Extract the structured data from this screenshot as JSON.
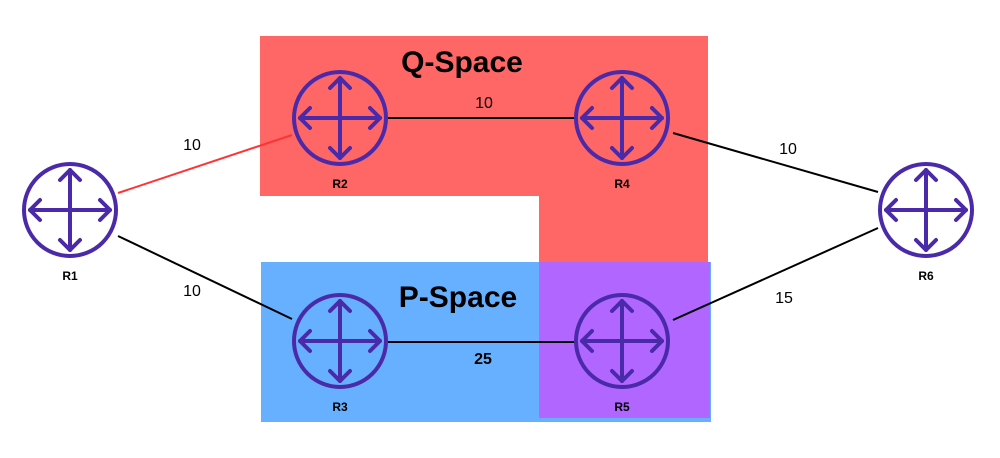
{
  "regions": {
    "q_space": {
      "title": "Q-Space",
      "color": "#ff6666"
    },
    "p_space": {
      "title": "P-Space",
      "color": "#66b0ff"
    },
    "overlap_color": "#b066ff"
  },
  "router_color": "#4a2aa8",
  "routers": [
    {
      "id": "R1",
      "label": "R1"
    },
    {
      "id": "R2",
      "label": "R2"
    },
    {
      "id": "R3",
      "label": "R3"
    },
    {
      "id": "R4",
      "label": "R4"
    },
    {
      "id": "R5",
      "label": "R5"
    },
    {
      "id": "R6",
      "label": "R6"
    }
  ],
  "links": [
    {
      "from": "R1",
      "to": "R2",
      "cost": "10",
      "color": "#ff3333"
    },
    {
      "from": "R1",
      "to": "R3",
      "cost": "10",
      "color": "#000000"
    },
    {
      "from": "R2",
      "to": "R4",
      "cost": "10",
      "color": "#000000"
    },
    {
      "from": "R3",
      "to": "R5",
      "cost": "25",
      "color": "#000000"
    },
    {
      "from": "R4",
      "to": "R6",
      "cost": "10",
      "color": "#000000"
    },
    {
      "from": "R5",
      "to": "R6",
      "cost": "15",
      "color": "#000000"
    }
  ]
}
